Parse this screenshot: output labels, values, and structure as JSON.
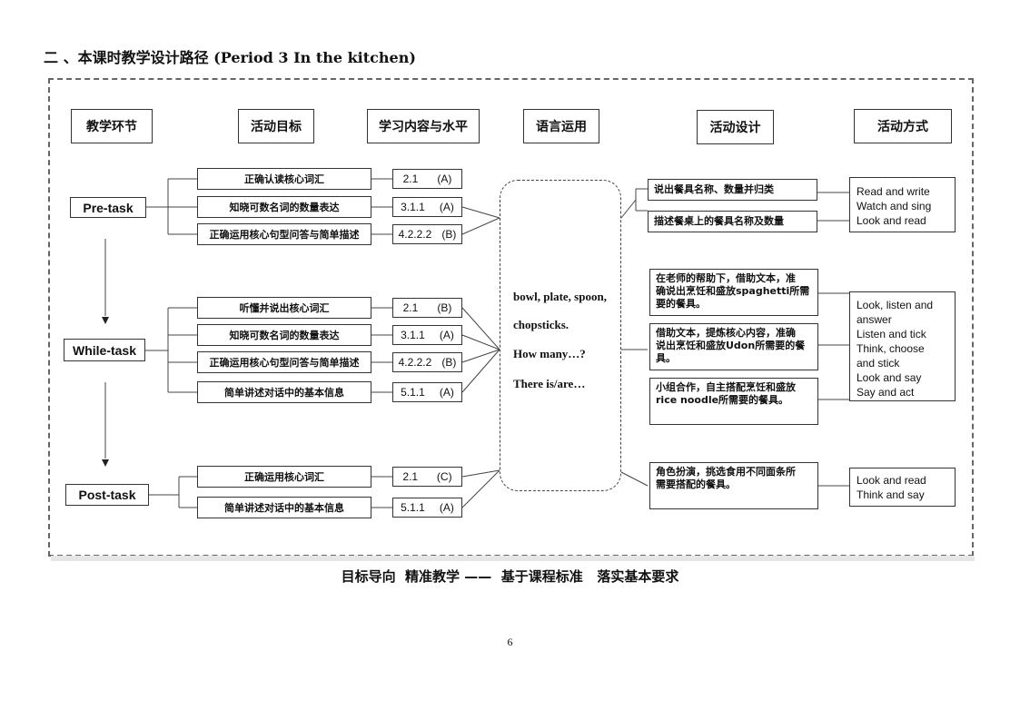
{
  "heading": "二 、本课时教学设计路径 (Period 3 In the kitchen)",
  "headers": {
    "stage": "教学环节",
    "goal": "活动目标",
    "content": "学习内容与水平",
    "language": "语言运用",
    "design": "活动设计",
    "mode": "活动方式"
  },
  "stages": [
    "Pre-task",
    "While-task",
    "Post-task"
  ],
  "pre": {
    "goals": [
      {
        "text": "正确认读核心词汇",
        "code": "2.1",
        "level": "(A)"
      },
      {
        "text": "知晓可数名词的数量表达",
        "code": "3.1.1",
        "level": "(A)"
      },
      {
        "text": "正确运用核心句型问答与简单描述",
        "code": "4.2.2.2",
        "level": "(B)"
      }
    ],
    "activities": [
      "说出餐具名称、数量并归类",
      "描述餐桌上的餐具名称及数量"
    ],
    "modes": [
      "Read and write",
      "Watch and sing",
      "Look and read"
    ]
  },
  "while": {
    "goals": [
      {
        "text": "听懂并说出核心词汇",
        "code": "2.1",
        "level": "(B)"
      },
      {
        "text": "知晓可数名词的数量表达",
        "code": "3.1.1",
        "level": "(A)"
      },
      {
        "text": "正确运用核心句型问答与简单描述",
        "code": "4.2.2.2",
        "level": "(B)"
      },
      {
        "text": "简单讲述对话中的基本信息",
        "code": "5.1.1",
        "level": "(A)"
      }
    ],
    "activities": [
      [
        "在老师的帮助下，借助文本，准",
        "确说出烹饪和盛放spaghetti所需",
        "要的餐具。"
      ],
      [
        "借助文本，提炼核心内容，准确",
        "说出烹饪和盛放Udon所需要的餐",
        "具。"
      ],
      [
        "小组合作，自主搭配烹饪和盛放",
        "rice noodle所需要的餐具。"
      ]
    ],
    "modes": [
      "Look, listen and",
      "answer",
      "Listen and tick",
      "Think, choose",
      "and stick",
      "Look and say",
      "Say and act"
    ]
  },
  "post": {
    "goals": [
      {
        "text": "正确运用核心词汇",
        "code": "2.1",
        "level": "(C)"
      },
      {
        "text": "简单讲述对话中的基本信息",
        "code": "5.1.1",
        "level": "(A)"
      }
    ],
    "activities": [
      [
        "角色扮演，挑选食用不同面条所",
        "需要搭配的餐具。"
      ]
    ],
    "modes": [
      "Look and read",
      "Think and say"
    ]
  },
  "language": [
    "bowl, plate, spoon,",
    "chopsticks.",
    "How many…?",
    "There is/are…"
  ],
  "caption": "目标导向  精准教学 ——  基于课程标准   落实基本要求",
  "page_number": "6"
}
